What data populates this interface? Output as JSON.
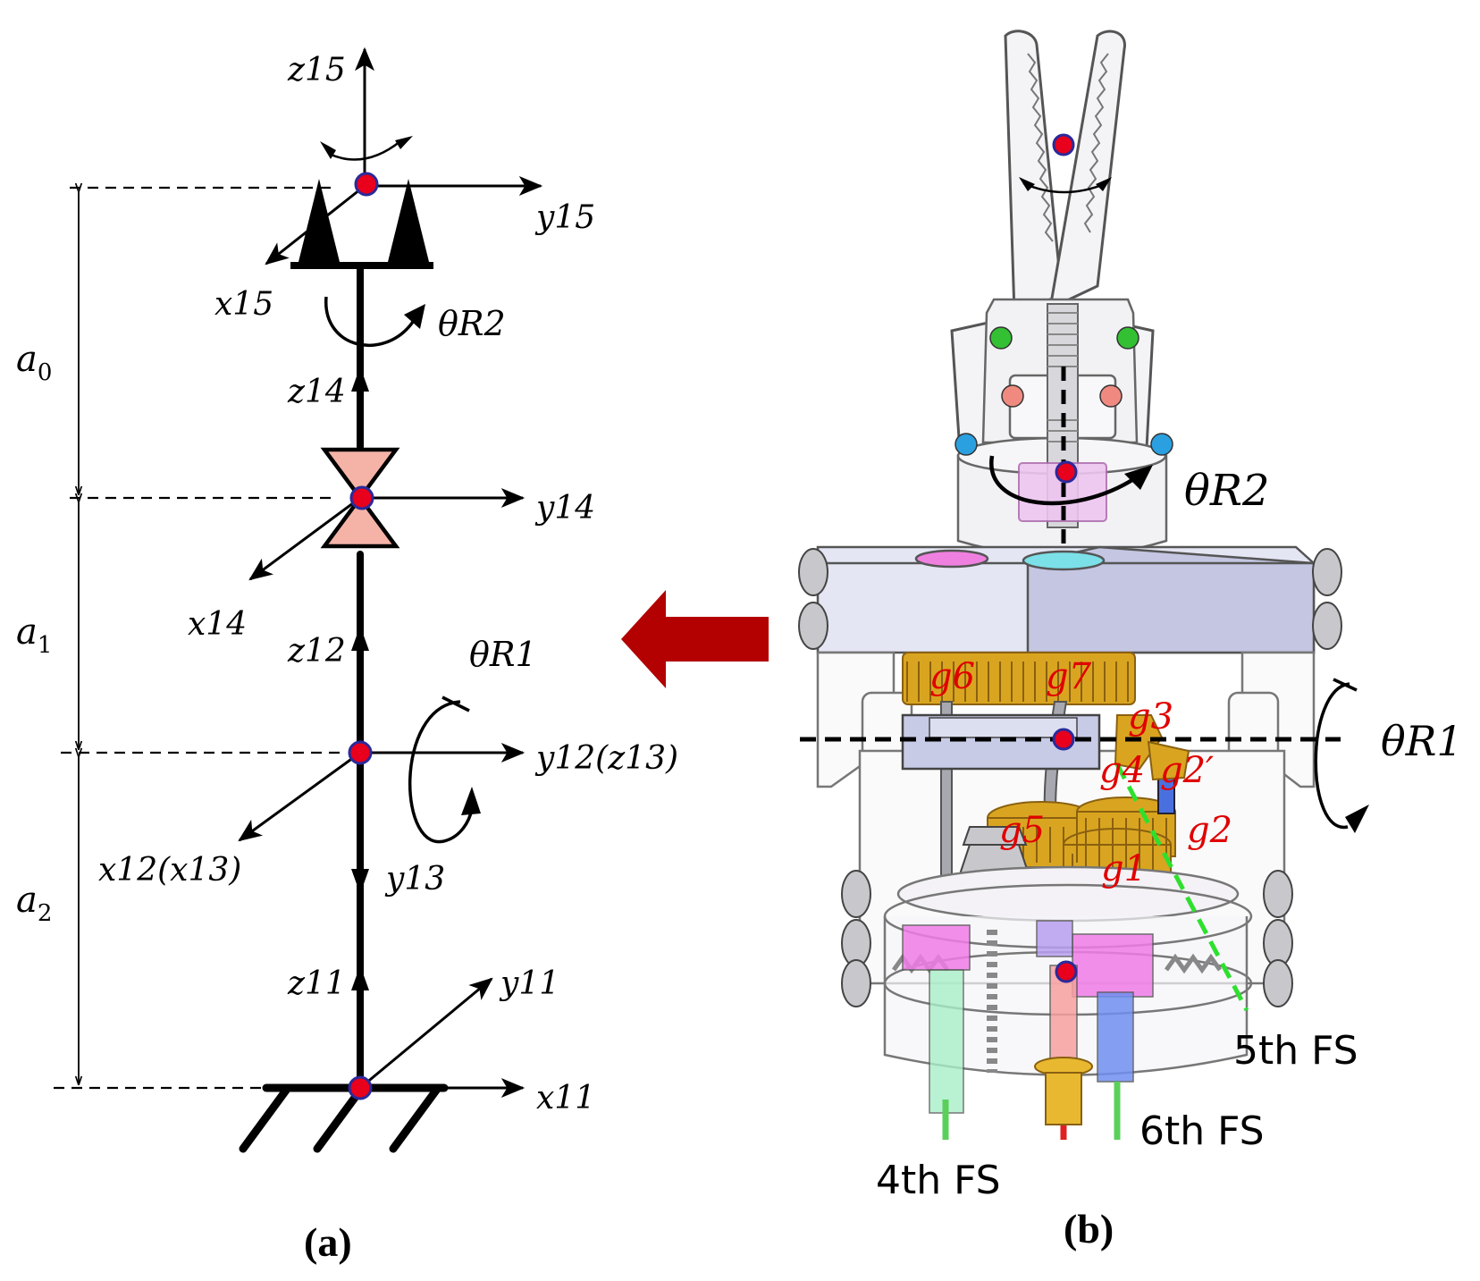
{
  "panel_a": {
    "caption": "(a)",
    "lengths": {
      "a0": "a0",
      "a1": "a1",
      "a2": "a2"
    },
    "axes": {
      "z15": "z15",
      "y15": "y15",
      "x15": "x15",
      "theta_r2": "θR2",
      "z14": "z14",
      "y14": "y14",
      "x14": "x14",
      "z12": "z12",
      "theta_r1": "θR1",
      "y12": "y12(z13)",
      "x12": "x12(x13)",
      "y13": "y13",
      "z11": "z11",
      "y11": "y11",
      "x11": "x11"
    }
  },
  "panel_b": {
    "caption": "(b)",
    "theta_r2": "θR2",
    "theta_r1": "θR1",
    "gears": [
      "g6",
      "g7",
      "g3",
      "g4",
      "g2′",
      "g5",
      "g1",
      "g2"
    ],
    "fs_labels": [
      "5th FS",
      "6th FS",
      "4th FS"
    ]
  },
  "colors": {
    "joint_dot": "#e8001c",
    "joint_ring": "#2a2a9a",
    "prismatic_fill": "#f5b3a8",
    "arrow_red": "#b30000",
    "gear_gold": "#d9a520",
    "gear_label": "#e00000",
    "green_dash": "#2ee02e"
  }
}
